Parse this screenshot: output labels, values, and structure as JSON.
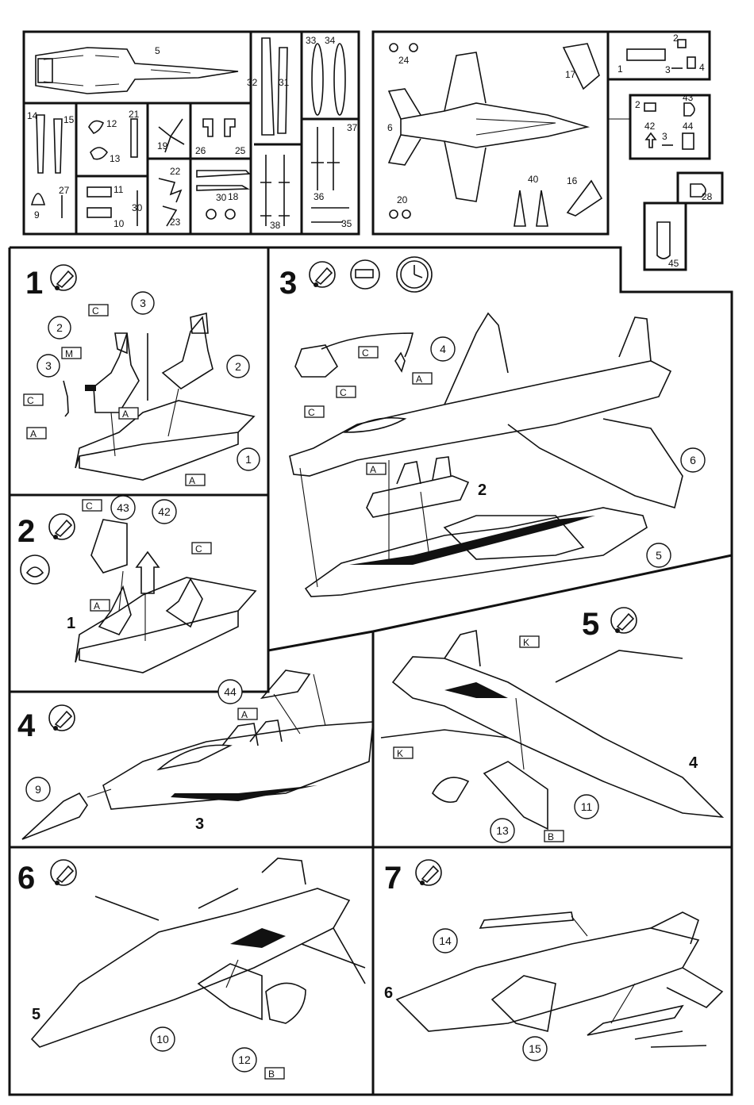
{
  "parts_tree": {
    "fuselage_lower_sprue": {
      "part": "5"
    },
    "sprue_a": {
      "parts": [
        "32",
        "31"
      ]
    },
    "sprue_b": {
      "parts": [
        "33",
        "34"
      ]
    },
    "sprue_c": {
      "parts": [
        "14",
        "15",
        "9",
        "27"
      ]
    },
    "sprue_d": {
      "parts": [
        "12",
        "13",
        "21",
        "11",
        "10",
        "30"
      ]
    },
    "sprue_e": {
      "parts": [
        "19"
      ]
    },
    "sprue_f": {
      "parts": [
        "26",
        "25"
      ]
    },
    "sprue_g": {
      "parts": [
        "22",
        "23"
      ]
    },
    "sprue_h": {
      "parts": [
        "30",
        "18"
      ]
    },
    "sprue_i": {
      "parts": [
        "38"
      ]
    },
    "sprue_j": {
      "parts": [
        "37",
        "36",
        "35"
      ]
    },
    "upper_fuselage": {
      "parts": [
        "24",
        "6",
        "20",
        "17",
        "40",
        "16"
      ]
    },
    "cockpit_parts": {
      "parts": [
        "1",
        "2",
        "3",
        "4"
      ]
    },
    "clear_parts": {
      "parts": [
        "2",
        "43",
        "42",
        "3",
        "44"
      ]
    },
    "extra_a": {
      "part": "28"
    },
    "extra_b": {
      "part": "45"
    }
  },
  "steps": [
    {
      "number": "1",
      "icon": "glue-icon"
    },
    {
      "number": "2",
      "icon": "glue-icon",
      "extra_icon": "paint-palette-icon"
    },
    {
      "number": "3",
      "icon": "glue-icon",
      "extra_icon": "clock-icon"
    },
    {
      "number": "4",
      "icon": "glue-icon"
    },
    {
      "number": "5",
      "icon": "glue-icon"
    },
    {
      "number": "6",
      "icon": "glue-icon"
    },
    {
      "number": "7",
      "icon": "glue-icon"
    }
  ],
  "callouts": {
    "s1": [
      "3",
      "2",
      "3",
      "2",
      "1"
    ],
    "s2": [
      "43",
      "42",
      "1"
    ],
    "s3": [
      "4",
      "2",
      "6",
      "5"
    ],
    "s4": [
      "44",
      "9",
      "3"
    ],
    "s5": [
      "4",
      "11",
      "13"
    ],
    "s6": [
      "5",
      "10",
      "12"
    ],
    "s7": [
      "14",
      "6",
      "15"
    ]
  },
  "flag_letters": {
    "c": "C",
    "m": "M",
    "a": "A",
    "k": "K",
    "b": "B"
  }
}
